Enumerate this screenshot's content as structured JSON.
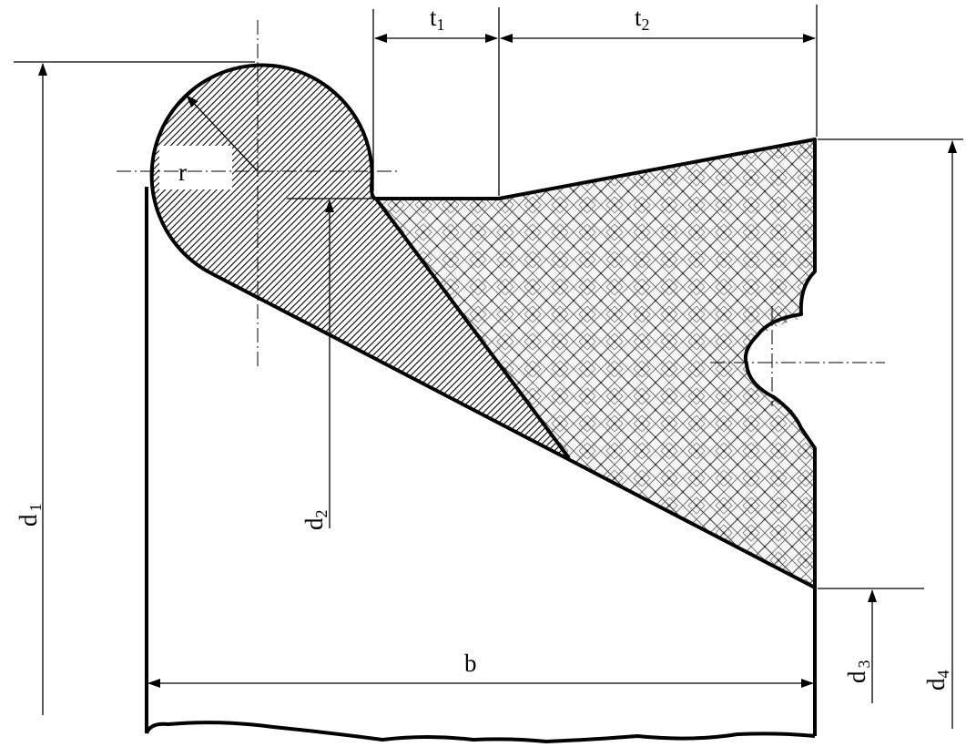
{
  "labels": {
    "t1": {
      "base": "t",
      "sub": "1"
    },
    "t2": {
      "base": "t",
      "sub": "2"
    },
    "r": {
      "base": "r"
    },
    "d1": {
      "base": "d",
      "sub": "1"
    },
    "d2": {
      "base": "d",
      "sub": "2"
    },
    "d3": {
      "base": "d",
      "sub": "3"
    },
    "d4": {
      "base": "d",
      "sub": "4"
    },
    "b": {
      "base": "b"
    }
  },
  "colors": {
    "line": "#000000",
    "background": "#ffffff"
  }
}
